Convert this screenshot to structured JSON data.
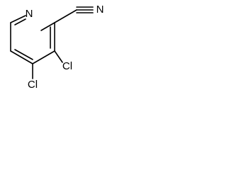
{
  "molecule": {
    "atoms": {
      "ring_nitrogen": "N",
      "nitrile_nitrogen": "N",
      "chlorine_top": "Cl",
      "chlorine_bottom": "Cl"
    }
  }
}
